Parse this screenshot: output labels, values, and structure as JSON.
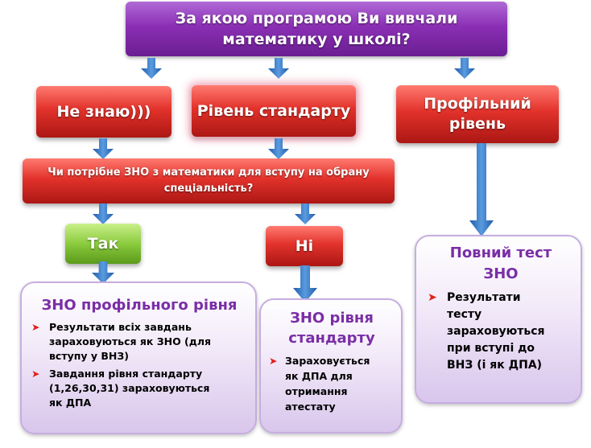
{
  "question": {
    "line1": "За якою програмою Ви вивчали",
    "line2": "математику у школі?"
  },
  "options": {
    "dont_know": "Не знаю)))",
    "standard": "Рівень стандарту",
    "profile_line1": "Профільний",
    "profile_line2": "рівень"
  },
  "zno_question": {
    "line1": "Чи потрібне ЗНО з математики для вступу на обрану",
    "line2": "спеціальність?"
  },
  "answers": {
    "yes": "Так",
    "no": "Ні"
  },
  "profile_zno": {
    "title": "ЗНО профільного рівня",
    "b1_l1": "Результати всіх завдань",
    "b1_l2": "зараховуються як ЗНО (для",
    "b1_l3": "вступу у ВНЗ)",
    "b2_l1": "Завдання рівня стандарту",
    "b2_l2": "(1,26,30,31) зараховуються",
    "b2_l3": "як ДПА"
  },
  "standard_zno": {
    "title_l1": "ЗНО рівня",
    "title_l2": "стандарту",
    "b1_l1": "Зараховується",
    "b1_l2": "як ДПА для",
    "b1_l3": "отримання",
    "b1_l4": "атестату"
  },
  "full_test": {
    "title_l1": "Повний тест",
    "title_l2": "ЗНО",
    "b1_l1": "Результати",
    "b1_l2": "тесту",
    "b1_l3": "зараховуються",
    "b1_l4": "при вступі до",
    "b1_l5": "ВНЗ (і як ДПА)"
  },
  "colors": {
    "question_box": "#8b2fb5",
    "option_box": "#e2322b",
    "yes_box": "#8bcb3e",
    "result_box": "#ece2f5",
    "title_text": "#7a2ea6",
    "arrow": "#2f6fc2",
    "bullet": "#e0201a"
  },
  "icons": {
    "arrow": "down-arrow-icon",
    "bullet": "diamond-bullet-icon"
  }
}
